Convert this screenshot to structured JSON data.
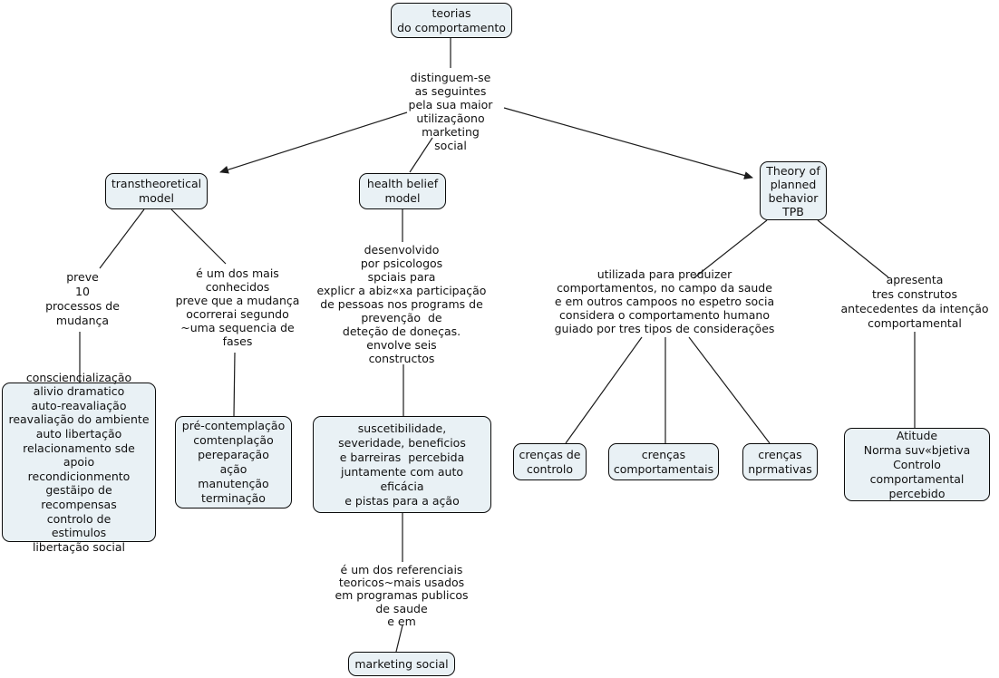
{
  "diagram_type": "concept-map",
  "colors": {
    "node_fill": "#e9f1f5",
    "node_border": "#0a0a0a",
    "line": "#1c1c1c",
    "text": "#111111",
    "background": "#ffffff"
  },
  "nodes": {
    "teorias": {
      "label": "teorias\ndo comportamento"
    },
    "ttm": {
      "label": "transtheoretical\nmodel"
    },
    "hbm": {
      "label": "health belief\nmodel"
    },
    "tpb": {
      "label": "Theory of\nplanned\nbehavior\nTPB"
    },
    "processes": {
      "label": "consciencialização\nalivio dramatico\nauto-reavaliação\nreavaliação do ambiente\nauto libertação\nrelacionamento sde apoio\nrecondicionmento\ngestãipo de recompensas\ncontrolo de\nestimulos\nlibertação social"
    },
    "stages": {
      "label": "pré-contemplação\ncomtenplação\npereparação\nação\nmanutenção\nterminação"
    },
    "constructs": {
      "label": "suscetibilidade,\nseveridade, beneficios\ne barreiras  percebida\njuntamente com auto eficácia\ne pistas para a ação"
    },
    "marketing": {
      "label": "marketing social"
    },
    "crencas_controlo": {
      "label": "crenças de\ncontrolo"
    },
    "crencas_comportamentais": {
      "label": "crenças\ncomportamentais"
    },
    "crencas_normativas": {
      "label": "crenças\nnprmativas"
    },
    "atitude": {
      "label": "Atitude\nNorma suv«bjetiva\nControlo comportamental\npercebido"
    }
  },
  "edge_labels": {
    "distinguem": "distinguem-se\nas seguintes\npela sua maior\nutilizaçãono\nmarketing\nsocial",
    "preve": "preve\n10\nprocessos de\nmudança",
    "conhecido": "é um dos mais\nconhecidos\npreve que a mudança\nocorrerai segundo\n~uma sequencia de\nfases",
    "desenvolvido": "desenvolvido\npor psicologos\nspciais para\nexplicr a abiz«xa participação\nde pessoas nos programs de\nprevenção  de\ndeteção de doneças.\nenvolve seis\nconstructos",
    "utilizada": "utilizada para preduizer\ncomportamentos, no campo da saude\ne em outros campoos no espetro socia\nconsidera o comportamento humano\nguiado por tres tipos de considerações",
    "apresenta": "apresenta\ntres construtos\nantecedentes da intenção\ncomportamental",
    "referenciais": "é um dos referenciais\nteoricos~mais usados\nem programas publicos\nde saude\ne em"
  }
}
